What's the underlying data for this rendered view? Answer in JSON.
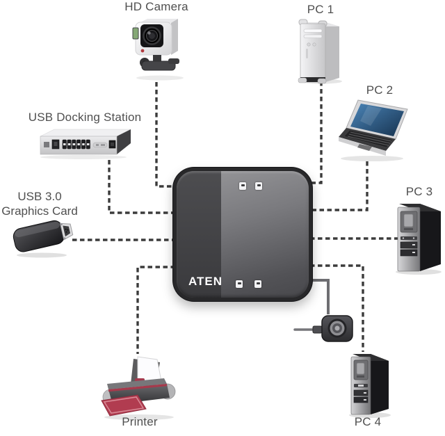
{
  "hub": {
    "brand": "ATEN",
    "port_icons": 4
  },
  "devices": [
    {
      "name": "HD Camera"
    },
    {
      "name": "PC 1"
    },
    {
      "name": "PC 2"
    },
    {
      "name": "USB Docking Station"
    },
    {
      "name": "USB 3.0 Graphics Card",
      "lines": [
        "USB 3.0",
        "Graphics Card"
      ]
    },
    {
      "name": "PC 3"
    },
    {
      "name": "Printer"
    },
    {
      "name": "PC 4"
    }
  ],
  "connections": [
    {
      "from": "HD Camera",
      "to": "ATEN switch",
      "style": "dashed"
    },
    {
      "from": "USB Docking Station",
      "to": "ATEN switch",
      "style": "dashed"
    },
    {
      "from": "USB 3.0 Graphics Card",
      "to": "ATEN switch",
      "style": "dashed"
    },
    {
      "from": "Printer",
      "to": "ATEN switch",
      "style": "dashed"
    },
    {
      "from": "PC 1",
      "to": "ATEN switch",
      "style": "dashed"
    },
    {
      "from": "PC 2",
      "to": "ATEN switch",
      "style": "dashed"
    },
    {
      "from": "PC 3",
      "to": "ATEN switch",
      "style": "dashed"
    },
    {
      "from": "PC 4",
      "to": "ATEN switch",
      "style": "dashed"
    },
    {
      "from": "Remote port selector",
      "to": "ATEN switch",
      "style": "solid"
    }
  ],
  "colors": {
    "background": "#ffffff",
    "label_text": "#4f4f4f",
    "dashed_line": "#3b3b3b",
    "solid_line": "#6e6e72",
    "hub_bezel": "#28282a",
    "hub_face_light": "#98989b",
    "hub_face_dark": "#48484c",
    "logo_text": "#ffffff",
    "printer_accent": "#b13c50",
    "laptop_screen_blue": "#2f5f92",
    "camera_screen_green": "#85a876"
  }
}
